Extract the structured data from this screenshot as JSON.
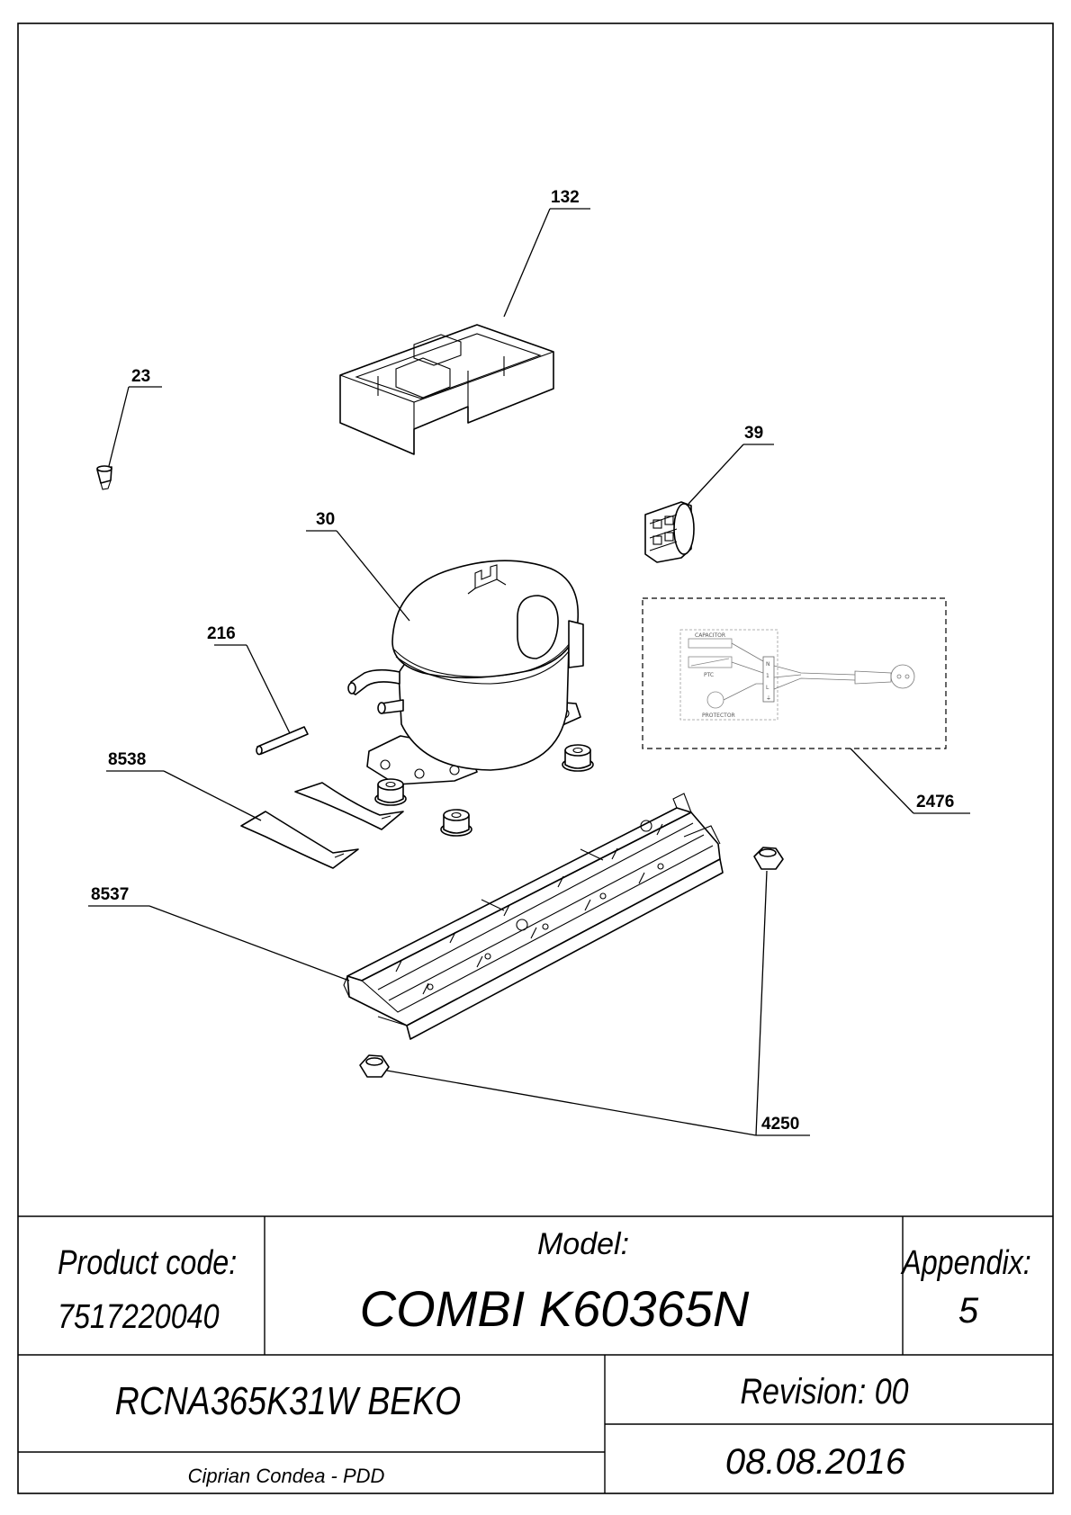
{
  "parts": {
    "p132": "132",
    "p23": "23",
    "p39": "39",
    "p30": "30",
    "p216": "216",
    "p8538": "8538",
    "p2476": "2476",
    "p8537": "8537",
    "p4250": "4250"
  },
  "wiring": {
    "capacitor": "CAPACITOR",
    "ptc": "PTC",
    "protector": "PROTECTOR",
    "terminal_n": "N",
    "terminal_1": "1",
    "terminal_l": "L",
    "terminal_ground": "⏚"
  },
  "title_block": {
    "product_code_label": "Product code:",
    "product_code_value": "7517220040",
    "model_label": "Model:",
    "model_value": "COMBI K60365N",
    "appendix_label": "Appendix:",
    "appendix_value": "5",
    "product_name": "RCNA365K31W BEKO",
    "revision": "Revision: 00",
    "author": "Ciprian Condea - PDD",
    "date": "08.08.2016"
  }
}
